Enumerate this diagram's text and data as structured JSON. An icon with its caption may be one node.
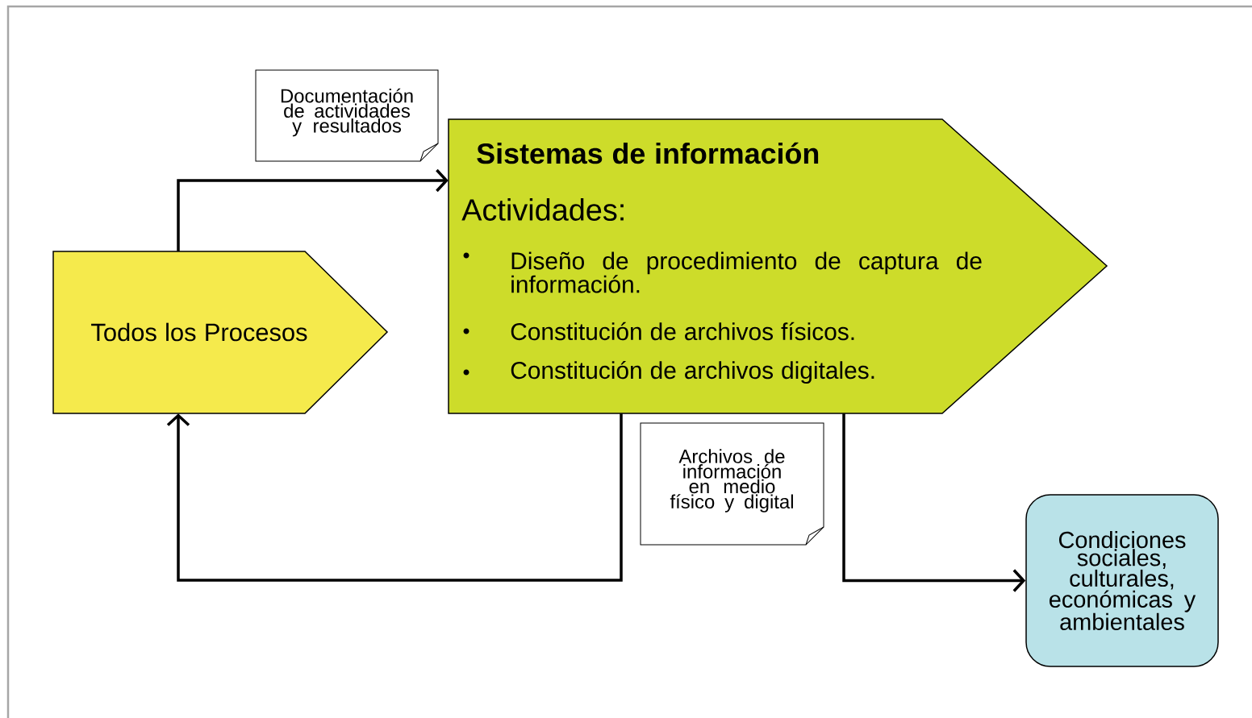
{
  "diagram": {
    "nodes": [
      {
        "text": [
          "Todos los Procesos"
        ]
      },
      {
        "text": [
          "Sistemas de información",
          "Actividades:",
          "Diseño de procedimiento de captura de información.",
          "Constitución de archivos físicos.",
          "Constitución de archivos digitales."
        ]
      },
      {
        "text": [
          "Documentación de actividades y resultados"
        ]
      },
      {
        "text": [
          "Archivos de información en medio físico y digital"
        ]
      },
      {
        "text": [
          "Condiciones sociales, culturales, económicas y ambientales"
        ]
      }
    ],
    "edges": [
      {
        "from": 0,
        "to": 1,
        "arrow": "to"
      },
      {
        "from": 1,
        "to": 0,
        "arrow": "to"
      },
      {
        "from": 1,
        "to": 4,
        "arrow": "to"
      }
    ]
  }
}
